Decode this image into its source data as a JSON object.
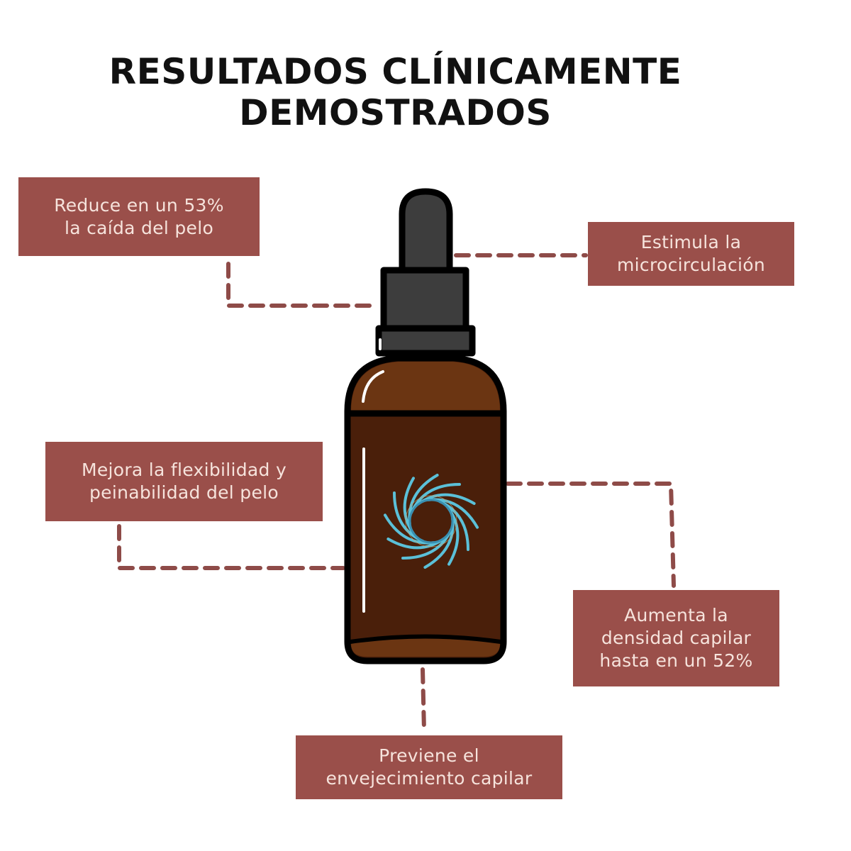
{
  "title": {
    "line1": "RESULTADOS CLÍNICAMENTE",
    "line2": "DEMOSTRADOS"
  },
  "benefits": [
    {
      "id": "reduce",
      "line1": "Reduce en un 53%",
      "line2": "la caída del pelo"
    },
    {
      "id": "estimula",
      "line1": "Estimula la",
      "line2": "microcirculación"
    },
    {
      "id": "mejora",
      "line1": "Mejora la flexibilidad y",
      "line2": "peinabilidad del pelo"
    },
    {
      "id": "aumenta",
      "line1": "Aumenta la",
      "line2": "densidad capilar",
      "line3": "hasta en un 52%"
    },
    {
      "id": "previene",
      "line1": "Previene el",
      "line2": "envejecimiento capilar"
    }
  ],
  "illustration": {
    "subject": "dropper-bottle-icon",
    "label_symbol": "swirl-icon"
  },
  "colors": {
    "box_background": "#9a4f4a",
    "box_text": "#f6e3dc",
    "connector": "#8e4b48",
    "bottle_body": "#4a1f0a",
    "bottle_shoulder": "#6b3512",
    "dropper": "#3d3d3d",
    "swirl": "#5bc0d8",
    "title_text": "#111111"
  }
}
